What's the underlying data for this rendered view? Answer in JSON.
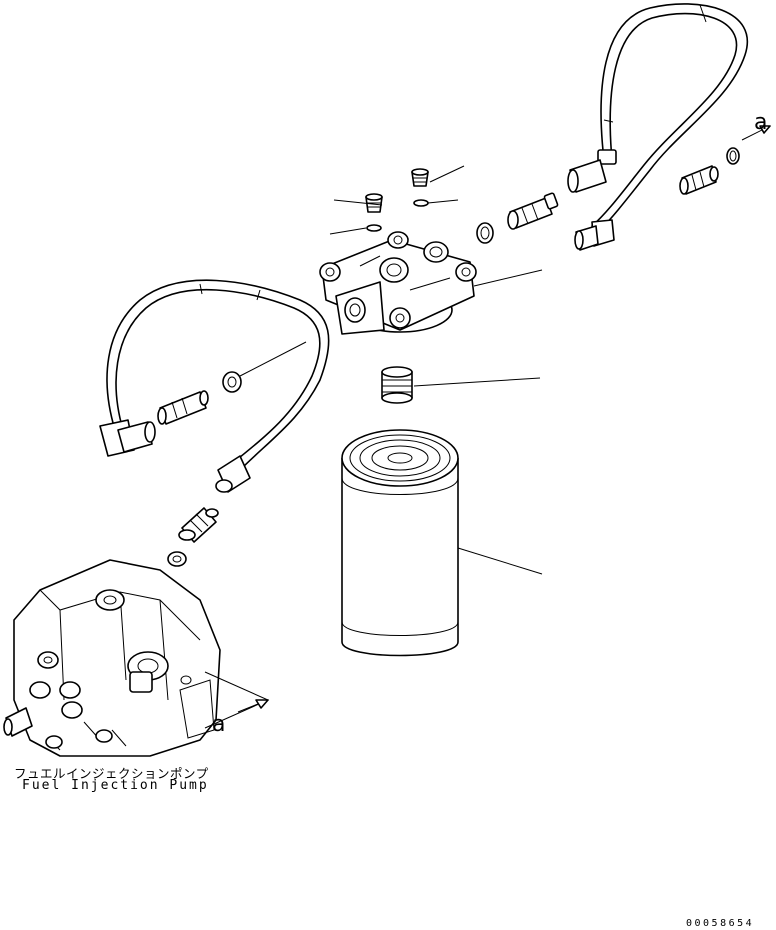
{
  "labels": {
    "pump_jp": "フュエルインジェクションポンプ",
    "pump_en": "Fuel Injection Pump",
    "ref_right": "a",
    "ref_left": "a",
    "drawing_number": "00058654"
  },
  "parts": [
    "upper-hose",
    "left-hose",
    "filter-head",
    "fuel-filter-cartridge",
    "center-nipple",
    "plug-top",
    "plug-mid",
    "washer-top",
    "washer-mid",
    "right-connector",
    "right-ring-washer",
    "right-ring-far",
    "right-fitting",
    "left-fitting-upper",
    "left-fitting-lower",
    "left-washer-upper",
    "left-washer-lower",
    "fuel-injection-pump"
  ]
}
